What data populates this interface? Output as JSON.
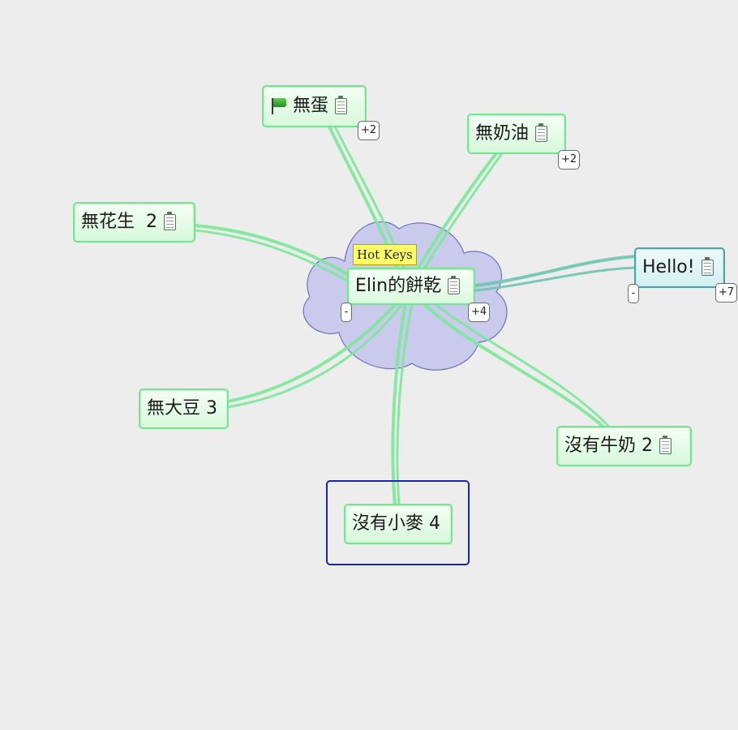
{
  "mindmap": {
    "center": {
      "label": "Elin的餅乾",
      "icon": "note-icon",
      "collapse_badge": "-",
      "expand_badge": "+4",
      "tooltip": "Hot Keys",
      "cloud_color": "#c9c9ee"
    },
    "nodes": {
      "no_egg": {
        "label": "無蛋",
        "icon_left": "green-flag-icon",
        "icon": "note-icon",
        "badge": "+2"
      },
      "no_butter": {
        "label": "無奶油",
        "icon": "note-icon",
        "badge": "+2"
      },
      "no_peanut": {
        "label": "無花生  2",
        "icon": "note-icon"
      },
      "hello": {
        "label": "Hello!",
        "icon": "note-icon",
        "collapse_badge": "-",
        "expand_badge": "+7"
      },
      "no_soy": {
        "label": "無大豆 3"
      },
      "no_milk": {
        "label": "沒有牛奶 2",
        "icon": "note-icon"
      },
      "no_wheat": {
        "label": "沒有小麥 4",
        "selected": true
      }
    },
    "colors": {
      "branch": "#7de89a",
      "node_border": "#74e68f",
      "hello_border": "#4aa3a8",
      "selection_border": "#1c23b3",
      "tooltip_bg": "#ffff66",
      "background": "#ededed"
    }
  }
}
